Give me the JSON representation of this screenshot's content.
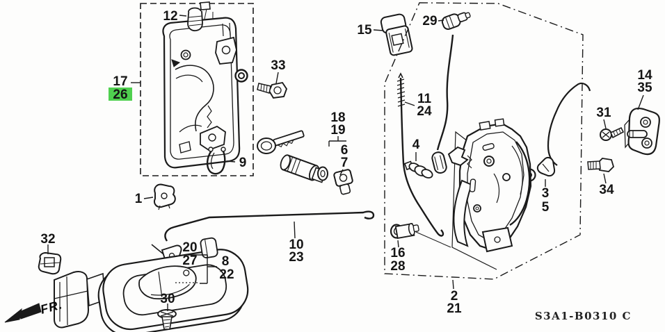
{
  "diagram": {
    "code": "S3A1-B0310 C",
    "direction_marker": "FR.",
    "highlight_color": "#4fd04f",
    "callouts": {
      "part1": "1",
      "part2": "2",
      "part3": "3",
      "part4": "4",
      "part5": "5",
      "part6": "6",
      "part7": "7",
      "part8": "8",
      "part9": "9",
      "part10": "10",
      "part11": "11",
      "part12": "12",
      "part14": "14",
      "part15": "15",
      "part16": "16",
      "part17": "17",
      "part18": "18",
      "part19": "19",
      "part20": "20",
      "part21": "21",
      "part22": "22",
      "part23": "23",
      "part24": "24",
      "part26": "26",
      "part27": "27",
      "part28": "28",
      "part29": "29",
      "part30": "30",
      "part31": "31",
      "part32": "32",
      "part33": "33",
      "part34": "34",
      "part35": "35"
    }
  }
}
